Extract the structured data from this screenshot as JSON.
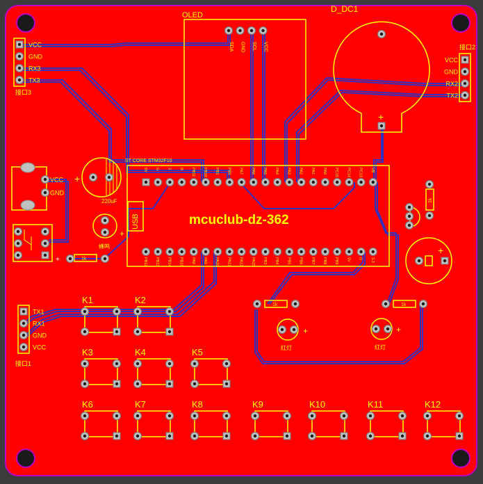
{
  "board": {
    "title": "mcuclub-dz-362",
    "colors": {
      "board": "#ff0000",
      "outline": "#c000c0",
      "silk": "#ffff00",
      "trace": "#3030c0",
      "pad": "#c0c0c0",
      "hole": "#1a1a1a",
      "background": "#3c3c3c"
    }
  },
  "labels": {
    "oled": "OLED",
    "d_dc1": "D_DC1",
    "usb": "USB",
    "cap_value": "220uF",
    "st_header": "ST CORE STM32F10",
    "buzzer_label": "蜂鸣",
    "resistor_value": "1k",
    "led_label": "红灯",
    "plus": "+",
    "vcc": "VCC",
    "gnd": "GND"
  },
  "oled_pins": [
    "SDA",
    "GND",
    "SCL",
    "VCC"
  ],
  "left_header_top": {
    "pins": [
      "VCC",
      "GND",
      "RX3",
      "TX3"
    ],
    "caption": "接口3"
  },
  "right_header_top": {
    "pins": [
      "VCC",
      "GND",
      "RX2",
      "TX2"
    ],
    "caption": "接口2"
  },
  "left_header_bottom": {
    "pins": [
      "TX1",
      "RX1",
      "GND",
      "VCC"
    ],
    "caption": "接口1"
  },
  "power_jack_pins": [
    "VCC",
    "GND"
  ],
  "mcu_top_pins": [
    "5V",
    "G",
    "3",
    "R",
    "PB11",
    "PB10",
    "PB1",
    "PB0",
    "PA7",
    "PA6",
    "PA5",
    "PA4",
    "PA3",
    "PA2",
    "PA1",
    "PA0",
    "PC15",
    "PC14",
    "PC13",
    "VB"
  ],
  "mcu_bottom_pins": [
    "PB12",
    "PB13",
    "PB14",
    "PB15",
    "PA8",
    "PA9",
    "PA10",
    "PA11",
    "PA12",
    "PA15",
    "PB3",
    "PB4",
    "PB5",
    "PB6",
    "PB7",
    "PB8",
    "PB9",
    "5V",
    "G",
    "3.3"
  ],
  "keys": [
    "K1",
    "K2",
    "K3",
    "K4",
    "K5",
    "K6",
    "K7",
    "K8",
    "K9",
    "K10",
    "K11",
    "K12"
  ]
}
